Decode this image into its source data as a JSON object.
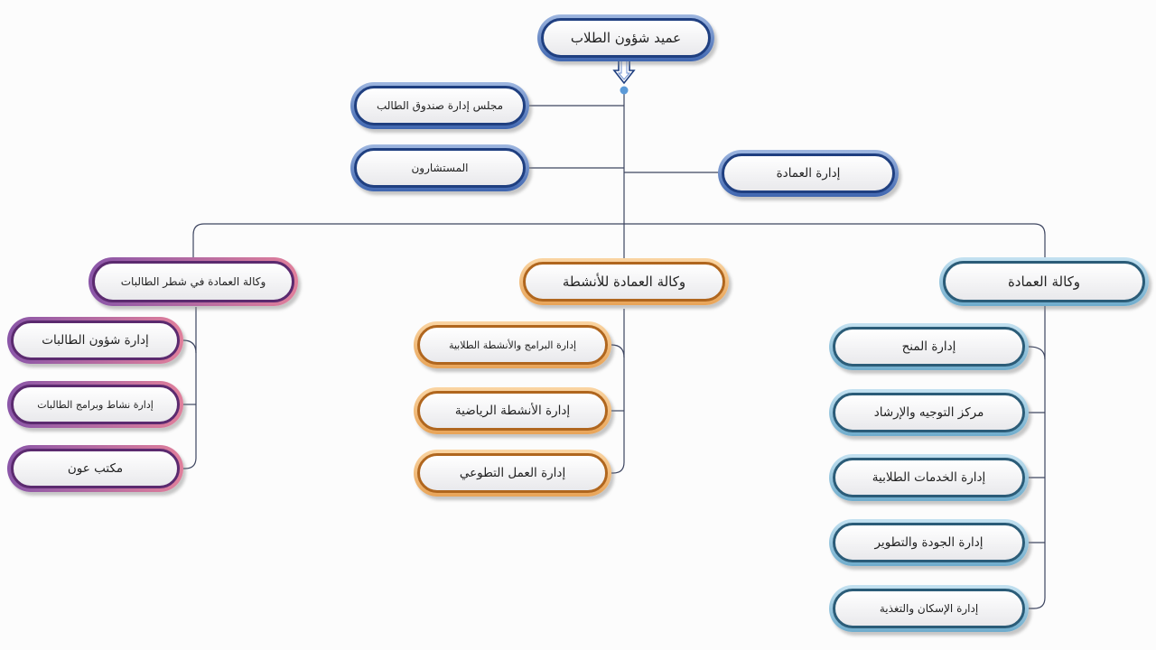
{
  "colors": {
    "line": "#3d4560",
    "top_level": "#3f66b0",
    "deanship_branch": "#6faccc",
    "activities_branch": "#e8a458",
    "female_branch": "#8a56a8"
  },
  "root": {
    "label": "عميد شؤون الطلاب",
    "connector_icon": "double-arrow-down-icon"
  },
  "top_left": [
    {
      "label": "مجلس  إدارة صندوق  الطالب"
    },
    {
      "label": "المستشارون"
    }
  ],
  "top_right": {
    "label": "إدارة العمادة"
  },
  "branches": {
    "deanship": {
      "label": "وكالة العمادة",
      "children": [
        {
          "label": "إدارة المنح"
        },
        {
          "label": "مركز التوجيه والإرشاد"
        },
        {
          "label": "إدارة الخدمات الطلابية"
        },
        {
          "label": "إدارة الجودة والتطوير"
        },
        {
          "label": "إدارة الإسكان والتغذية"
        }
      ]
    },
    "activities": {
      "label": "وكالة العمادة  للأنشطة",
      "children": [
        {
          "label": "إدارة البرامج والأنشطة الطلابية"
        },
        {
          "label": "إدارة الأنشطة الرياضية"
        },
        {
          "label": "إدارة العمل التطوعي"
        }
      ]
    },
    "female": {
      "label": "وكالة العمادة في شطر الطالبات",
      "children": [
        {
          "label": "إدارة  شؤون الطالبات"
        },
        {
          "label": "إدارة نشاط  وبرامج الطالبات"
        },
        {
          "label": "مكتب عون"
        }
      ]
    }
  }
}
